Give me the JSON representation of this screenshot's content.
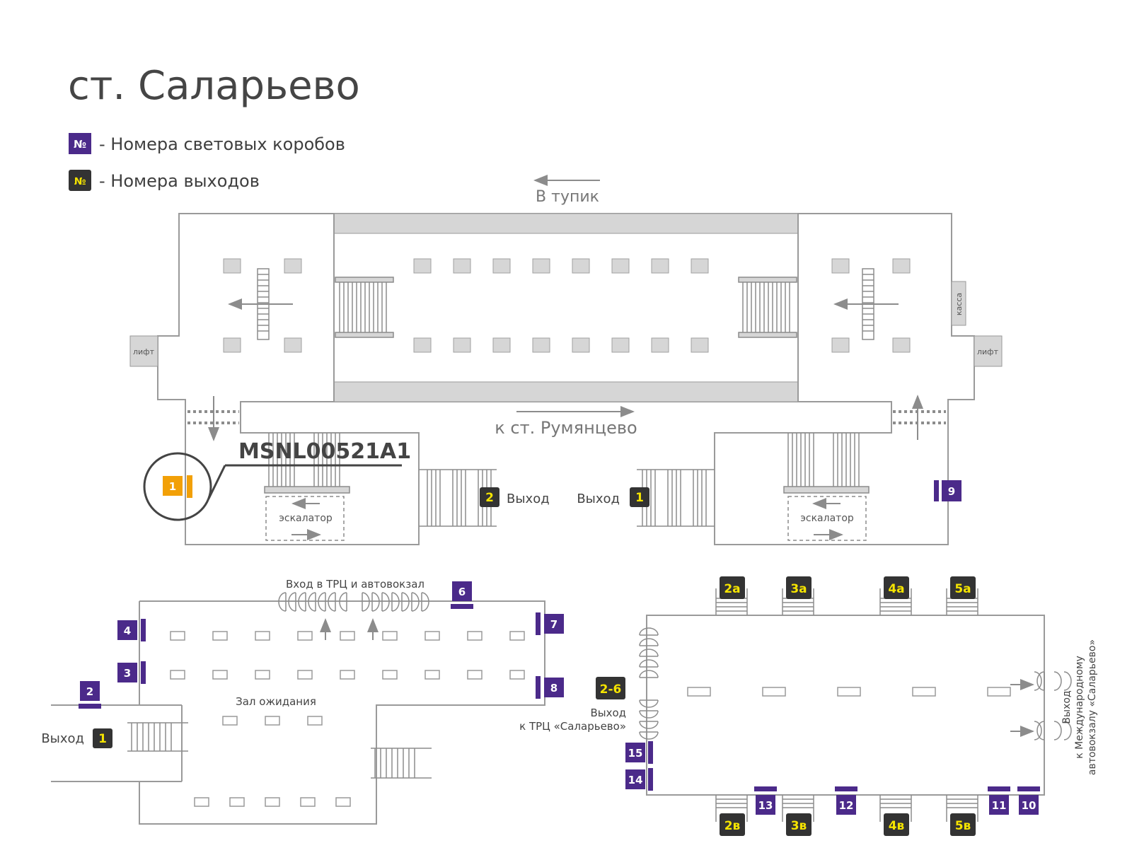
{
  "title": "ст. Саларьево",
  "colors": {
    "purple": "#4b2a8a",
    "exit": "#333333",
    "exit_text": "#f5e400",
    "highlight": "#f2a007",
    "wall": "#9a9a9a",
    "fill": "#d6d6d6"
  },
  "legend": {
    "symbol": "№",
    "lightbox_label": "- Номера световых коробов",
    "exit_label": "- Номера выходов"
  },
  "upper_hall": {
    "dead_end": "В тупик",
    "to_station": "к ст. Румянцево",
    "lift": "лифт",
    "cashier": "касса",
    "escalator": "эскалатор",
    "exit_word": "Выход",
    "exits": [
      "2",
      "1"
    ],
    "lightbox_9": "9"
  },
  "highlight": {
    "code": "MSNL00521A1",
    "number": "1"
  },
  "lower_left": {
    "entrance_label": "Вход в ТРЦ и автовокзал",
    "hall_label": "Зал ожидания",
    "exit_word": "Выход",
    "exit_number": "1",
    "lightboxes": [
      "2",
      "3",
      "4",
      "6",
      "7",
      "8"
    ]
  },
  "lower_right": {
    "exits_top": [
      "2а",
      "3а",
      "4а",
      "5а"
    ],
    "exits_bottom": [
      "2в",
      "3в",
      "4в",
      "5в"
    ],
    "exit_2_6": "2-6",
    "exit_trc_line1": "Выход",
    "exit_trc_line2": "к ТРЦ «Саларьево»",
    "exit_bus_line1": "Выход",
    "exit_bus_line2": "к Международному",
    "exit_bus_line3": "автовокзалу «Саларьево»",
    "lightboxes": [
      "10",
      "11",
      "12",
      "13",
      "14",
      "15"
    ]
  }
}
